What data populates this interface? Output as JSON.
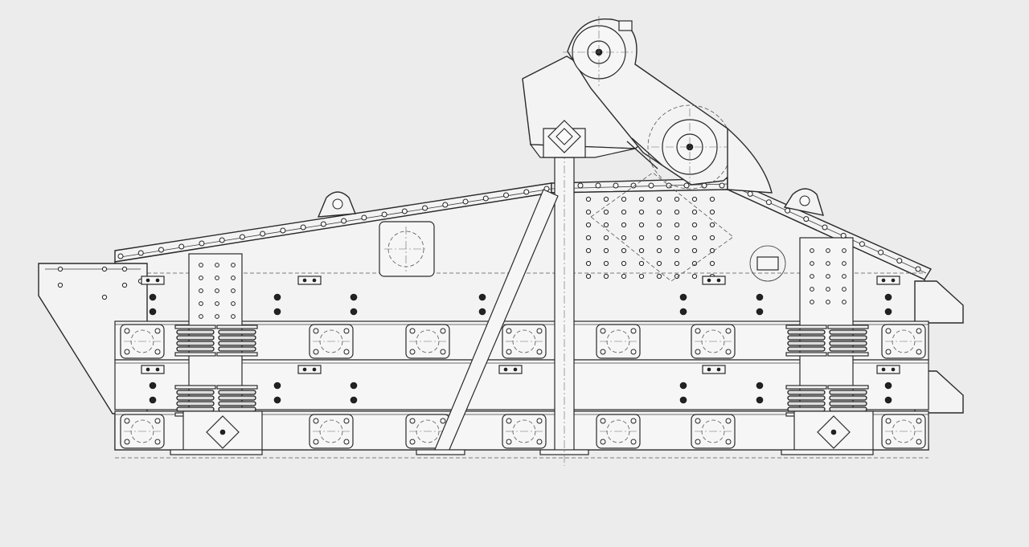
{
  "drawing": {
    "subject": "vibrating-screen-side-elevation",
    "colors": {
      "background": "#ececec",
      "line": "#2a2a2a",
      "fill": "#f3f3f3"
    },
    "components": {
      "side_plates": 1,
      "deck_beams": 3,
      "spring_sets": 4,
      "support_legs": 4,
      "drive_column": 1
    }
  }
}
